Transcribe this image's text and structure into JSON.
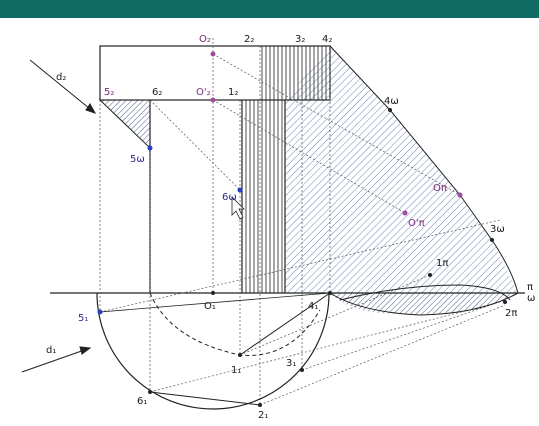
{
  "header": {
    "bar_color": "#0f6b63"
  },
  "colors": {
    "line": "#222222",
    "hatch_blue": "#6b89b8",
    "purple_point": "#a04aa0",
    "blue_point": "#2b3cc8",
    "dashed_line": "#555555"
  },
  "labels": {
    "O2": "O₂",
    "p2_2": "2₂",
    "p3_2": "3₂",
    "p4_2": "4₂",
    "d2": "d₂",
    "p5_2": "5₂",
    "p6_2": "6₂",
    "O2_prime": "O'₂",
    "p1_2": "1₂",
    "p4w": "4ω",
    "p5w": "5ω",
    "p6w": "6ω",
    "Ow": "Oπ",
    "O_prime_pi": "O'π",
    "p3w": "3ω",
    "p1pi": "1π",
    "pi": "π",
    "omega": "ω",
    "p2pi": "2π",
    "O1": "O₁",
    "p4_1": "4₁",
    "p5_1": "5₁",
    "d1": "d₁",
    "p1_1": "1₁",
    "p3_1": "3₁",
    "p6_1": "6₁",
    "p2_1": "2₁"
  }
}
